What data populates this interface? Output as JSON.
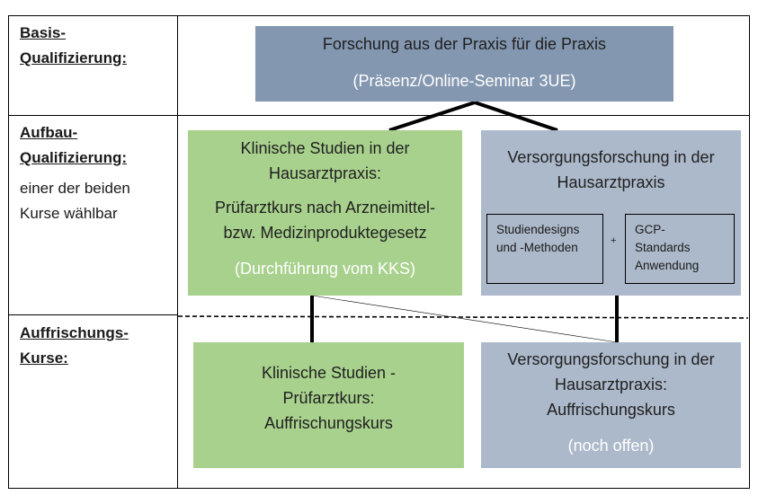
{
  "rows": {
    "basis": {
      "heading": [
        "Basis-",
        "Qualifizierung:"
      ]
    },
    "aufbau": {
      "heading": [
        "Aufbau-",
        "Qualifizierung:"
      ],
      "note": [
        "einer der beiden",
        "Kurse wählbar"
      ]
    },
    "auffrischung": {
      "heading": [
        "Auffrischungs-",
        "Kurse:"
      ]
    }
  },
  "boxes": {
    "basis": {
      "title": "Forschung aus der Praxis für die Praxis",
      "subtitle": "(Präsenz/Online-Seminar 3UE)",
      "color": "#8497b0"
    },
    "klinisch": {
      "lines": [
        "Klinische Studien in der",
        "Hausarztpraxis:",
        "Prüfarztkurs nach Arzneimittel-",
        "bzw. Medizinproduktegesetz"
      ],
      "note": "(Durchführung vom KKS)",
      "color": "#a9d18e"
    },
    "versorgung": {
      "lines": [
        "Versorgungsforschung in der",
        "Hausarztpraxis"
      ],
      "module_a": [
        "Studiendesigns",
        "und -Methoden"
      ],
      "plus": "+",
      "module_b": [
        "GCP-",
        "Standards",
        "Anwendung"
      ],
      "color": "#acb9ca"
    },
    "klinisch_refresh": {
      "lines": [
        "Klinische Studien -",
        "Prüfarztkurs:",
        "Auffrischungskurs"
      ],
      "color": "#a9d18e"
    },
    "versorgung_refresh": {
      "lines": [
        "Versorgungsforschung in der",
        "Hausarztpraxis:",
        "Auffrischungskurs"
      ],
      "note": "(noch offen)",
      "color": "#acb9ca"
    }
  }
}
